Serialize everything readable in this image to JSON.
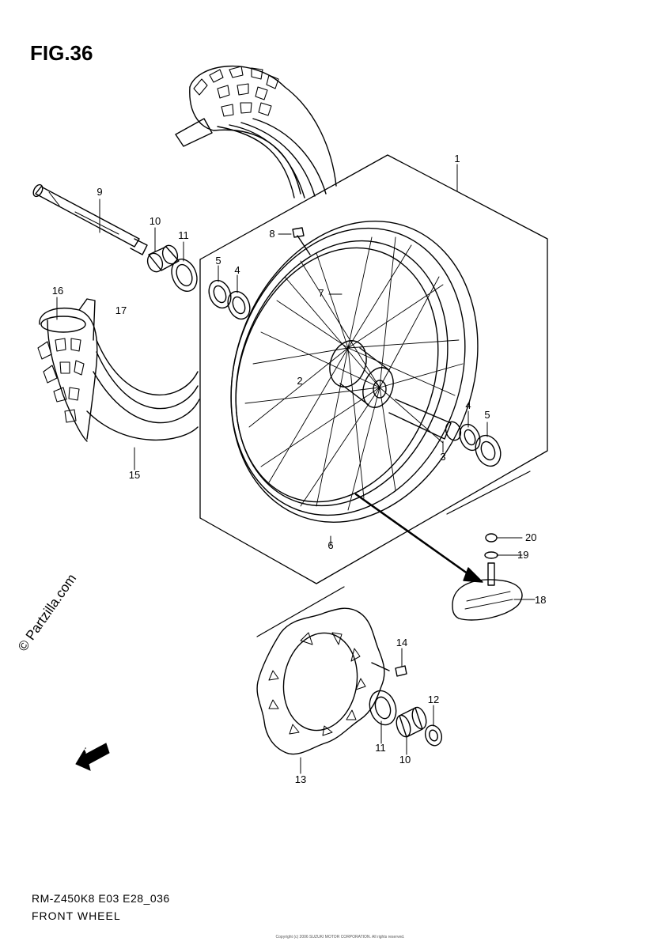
{
  "figure": {
    "title": "FIG.36"
  },
  "callouts": [
    "1",
    "2",
    "3",
    "4",
    "5",
    "6",
    "7",
    "8",
    "9",
    "10",
    "11",
    "16",
    "17",
    "4",
    "5",
    "15",
    "20",
    "19",
    "18",
    "14",
    "12",
    "11",
    "10",
    "13"
  ],
  "watermark": "© Partzilla.com",
  "fwd_badge": "FWD",
  "footer": {
    "model_code": "RM-Z450K8 E03 E28_036",
    "caption": "FRONT WHEEL",
    "copyright": "Copyright (c) 2006 SUZUKI MOTOR CORPORATION. All rights reserved."
  }
}
